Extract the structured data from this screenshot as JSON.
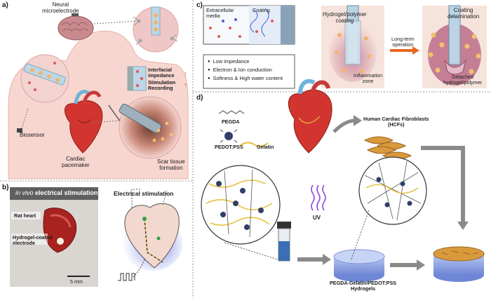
{
  "panels": {
    "a": "a)",
    "b": "b)",
    "c": "c)",
    "d": "d)"
  },
  "panel_a": {
    "neural_microelectrode": "Neural\nmicroelectrode",
    "interfacial_impedance": "Interfacial\nimpedance",
    "stimulation": "Stimulation",
    "recording": "Recording",
    "biosensor": "Biosensor",
    "cardiac_pacemaker": "Cardiac\npacemaker",
    "scar_tissue": "Scar tissue\nformation"
  },
  "panel_b": {
    "photo_title_italic": "in vivo",
    "photo_title_rest": " electrical stimulation",
    "rat_heart": "Rat heart",
    "hydrogel_electrode": "Hydrogel-coated\nelectrode",
    "scale_bar": "5 mm",
    "schematic_title": "Electrical stimulation"
  },
  "panel_c": {
    "extracellular_media": "Extracellular\nmedia",
    "coating": "Coating",
    "bullets": [
      "Low impedance",
      "Electron & Ion conduction",
      "Softness & High water content"
    ],
    "hydrogel_coating": "Hydrogel/polymer\ncoating",
    "inflammation_zone": "Inflammation\nzone",
    "long_term": "Long-term\noperation",
    "coating_delamination": "Coating\ndelamination",
    "detached": "Detached\nhydrogel/polymer"
  },
  "panel_d": {
    "pegda": "PEGDA",
    "gelatin": "Gelatin",
    "pedot": "PEDOT:PSS",
    "hcf": "Human Cardiac Fibroblasts\n(HCFs)",
    "uv": "UV",
    "hydrogel_name": "PEGDA-Gelatin/PEDOT:PSS\nHydrogels"
  },
  "colors": {
    "heart_red": "#d2352f",
    "tissue_pink": "#f2c9c2",
    "arrow_orange": "#e8651c",
    "vial_blue": "#3a6fb5",
    "disk_blue": "#9fb4e8",
    "uv_purple": "#8b3fd9",
    "fibroblast": "#d99a3c"
  }
}
